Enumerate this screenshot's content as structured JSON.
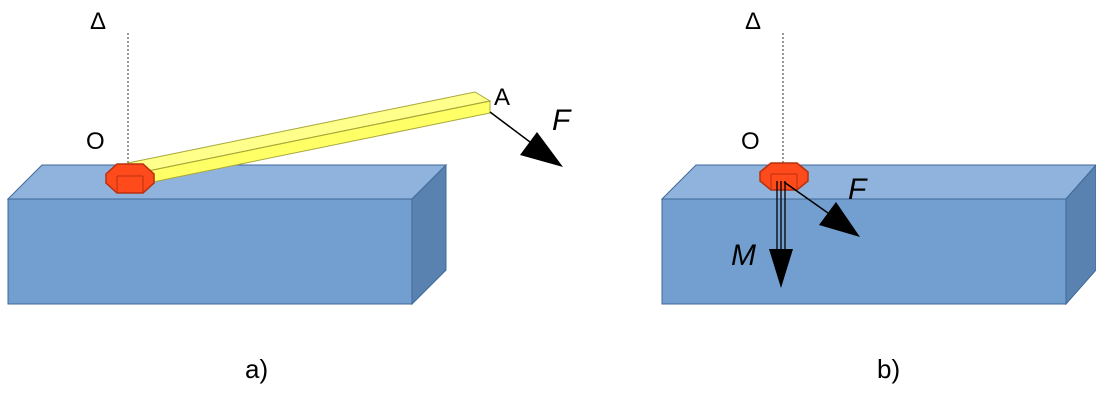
{
  "panel_a": {
    "axis_label": "Δ",
    "origin_label": "O",
    "point_label": "A",
    "force_label": "F",
    "caption": "a)"
  },
  "panel_b": {
    "axis_label": "Δ",
    "origin_label": "O",
    "force_label": "F",
    "moment_label": "M",
    "caption": "b)"
  },
  "colors": {
    "block_front": "#729fcf",
    "block_top": "#8fb3dc",
    "block_side": "#5a82b0",
    "block_stroke": "#3f6a99",
    "bar_fill": "#ffff7a",
    "bar_stroke": "#a8a83a",
    "nut_fill": "#ff4a1c",
    "nut_stroke": "#b8300f"
  }
}
